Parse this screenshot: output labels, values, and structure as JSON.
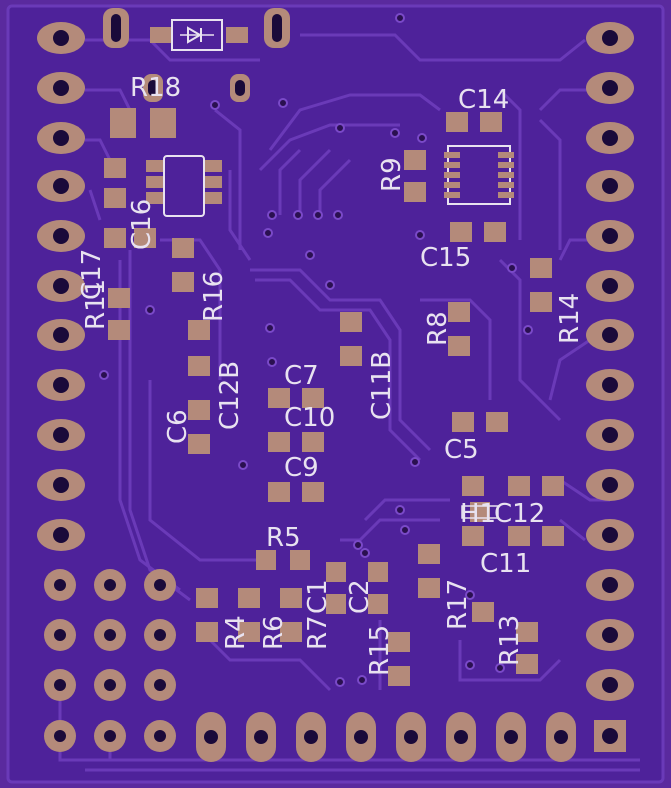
{
  "colors": {
    "board": "#5a2a9e",
    "copper": "#4e229a",
    "trace": "#6a3ab8",
    "pad": "#b48a7a",
    "silk": "#e8e2f0",
    "hole": "#1a0a3a"
  },
  "labels": {
    "R18": "R18",
    "C14": "C14",
    "R9": "R9",
    "C16": "C16",
    "C17": "C17",
    "R11": "R11",
    "R16": "R16",
    "C15": "C15",
    "R14": "R14",
    "R8": "R8",
    "C12B": "C12B",
    "C11B": "C11B",
    "C7": "C7",
    "C10": "C10",
    "C6": "C6",
    "C9": "C9",
    "C5": "C5",
    "H1": "H1",
    "C12": "C12",
    "C11": "C11",
    "R5": "R5",
    "C1": "C1",
    "C2": "C2",
    "R17": "R17",
    "R4": "R4",
    "R6": "R6",
    "R7": "R7",
    "R15": "R15",
    "R13": "R13"
  }
}
